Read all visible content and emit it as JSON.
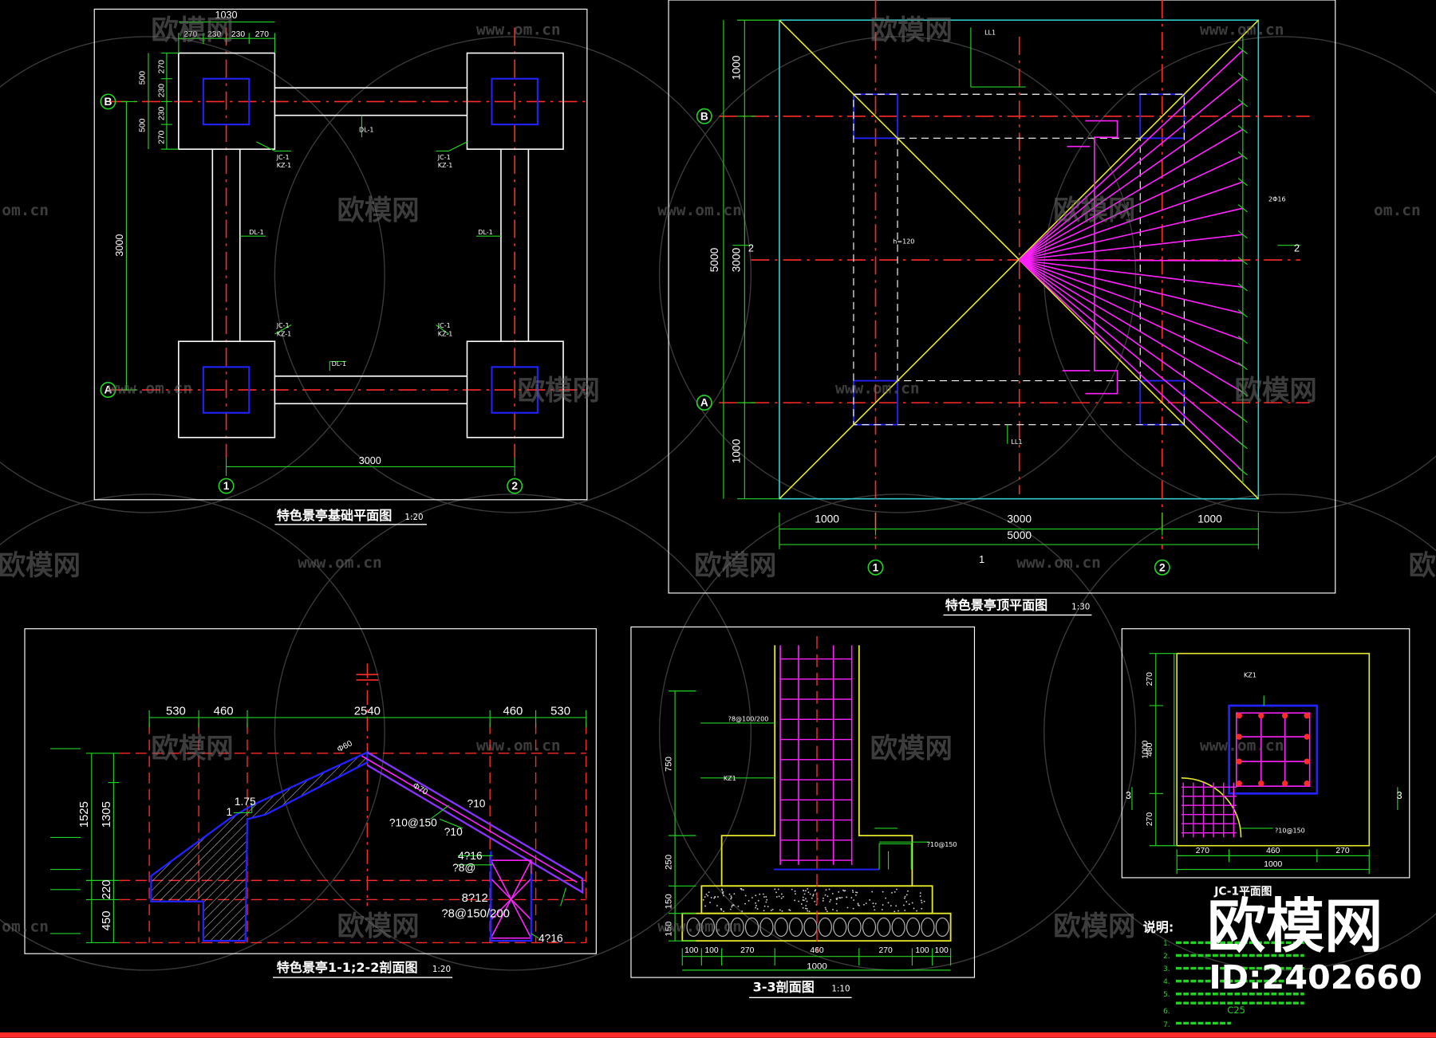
{
  "watermark": {
    "site": "www.om.cn",
    "site_partial": "om.cn",
    "logo": "欧模网",
    "logo_partial": "欧模网"
  },
  "brand": {
    "logo": "欧模网",
    "id": "ID:2402660"
  },
  "colors": {
    "green": "#22d422",
    "white": "#ffffff",
    "red": "#ff2a2a",
    "blue": "#2222ff",
    "magenta": "#ff22ff",
    "yellow": "#e6e62a",
    "cyan": "#33cccc",
    "purple": "#8833ff"
  },
  "foundation_plan": {
    "title": "特色景亭基础平面图",
    "scale": "1:20",
    "top_total": "1030",
    "top_dims": [
      "270",
      "230",
      "230",
      "270"
    ],
    "left_dims": [
      "270",
      "230",
      "230",
      "270"
    ],
    "left_half": [
      "500",
      "500"
    ],
    "left_total": "3000",
    "bottom_dim": "3000",
    "axes": {
      "B": "B",
      "A": "A",
      "one": "1",
      "two": "2"
    },
    "labels": {
      "jc1": "JC-1",
      "kz1": "KZ-1",
      "dl1": "DL-1",
      "beam_note": "DL-1"
    }
  },
  "roof_plan": {
    "title": "特色景亭顶平面图",
    "scale": "1:30",
    "left_dims": [
      "1000",
      "3000",
      "1000"
    ],
    "left_total": "5000",
    "bottom_dims": [
      "1000",
      "3000",
      "1000"
    ],
    "bottom_total": "5000",
    "axes": {
      "B": "B",
      "A": "A",
      "one": "1",
      "two": "2"
    },
    "section_mark": "2",
    "section_mark_bottom": "1",
    "labels": {
      "ld": "LL1",
      "ang": "2Φ16",
      "h120": "h=120"
    }
  },
  "section": {
    "title": "特色景亭1-1;2-2剖面图",
    "scale": "1:20",
    "top_dims": [
      "530",
      "460",
      "2540",
      "460",
      "530"
    ],
    "left_dims": [
      "1525",
      "1305",
      "220",
      "450"
    ],
    "slope": "1.75",
    "slope_base": "1",
    "rebar": [
      "?10@150",
      "?10",
      "?10",
      "4?16",
      "?8@",
      "8?12",
      "?8@150/200",
      "4?16"
    ],
    "ridge": "Φ60",
    "ridge_label": "Φ70"
  },
  "detail33": {
    "title": "3-3剖面图",
    "scale": "1:10",
    "left_dims": [
      "750",
      "250",
      "150",
      "150"
    ],
    "bottom_dims": [
      "100",
      "100",
      "270",
      "460",
      "270",
      "100",
      "100"
    ],
    "bottom_total": "1000",
    "labels": {
      "kz1": "KZ1",
      "stirrup": "?8@100/200",
      "mesh": "?10@150"
    }
  },
  "jc1_plan": {
    "title": "JC-1平面图",
    "left_dims": [
      "270",
      "460",
      "270"
    ],
    "left_total": "1000",
    "bottom_dims": [
      "270",
      "460",
      "270"
    ],
    "bottom_total": "1000",
    "section_mark": "3",
    "kz_label": "KZ1",
    "mesh": "?10@150"
  },
  "notes": {
    "heading": "说明:",
    "items": [
      "1.",
      "2.",
      "3.",
      "4.",
      "5.",
      "6.",
      "7."
    ],
    "concrete": "C25"
  }
}
